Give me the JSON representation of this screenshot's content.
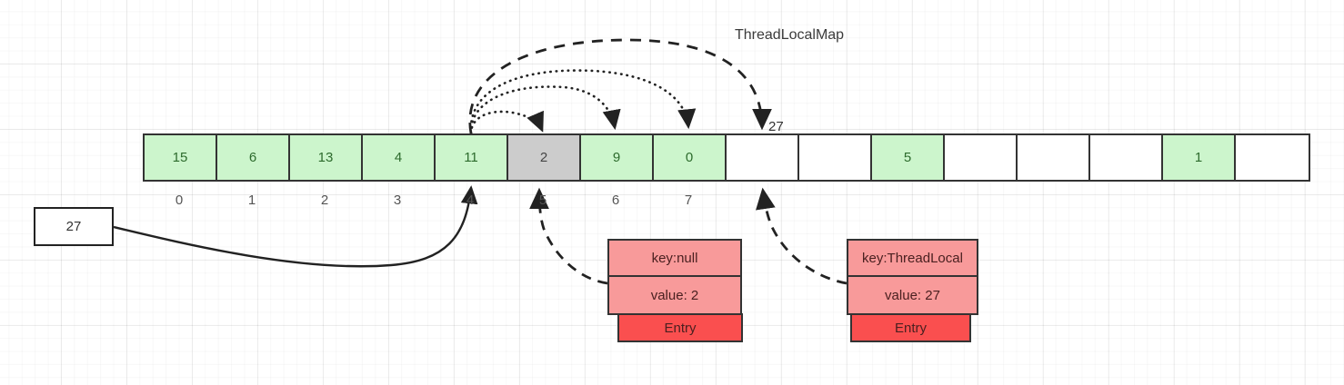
{
  "diagram": {
    "title": "ThreadLocalMap",
    "array": {
      "name": "threadlocalmap-table",
      "cells": [
        {
          "value": "15",
          "state": "green"
        },
        {
          "value": "6",
          "state": "green"
        },
        {
          "value": "13",
          "state": "green"
        },
        {
          "value": "4",
          "state": "green"
        },
        {
          "value": "11",
          "state": "green"
        },
        {
          "value": "2",
          "state": "gray"
        },
        {
          "value": "9",
          "state": "green"
        },
        {
          "value": "0",
          "state": "green"
        },
        {
          "value": "",
          "state": "empty"
        },
        {
          "value": "",
          "state": "empty"
        },
        {
          "value": "5",
          "state": "green"
        },
        {
          "value": "",
          "state": "empty"
        },
        {
          "value": "",
          "state": "empty"
        },
        {
          "value": "",
          "state": "empty"
        },
        {
          "value": "1",
          "state": "green"
        },
        {
          "value": "",
          "state": "empty"
        }
      ],
      "indices": [
        "0",
        "1",
        "2",
        "3",
        "4",
        "5",
        "6",
        "7"
      ]
    },
    "source_box": {
      "value": "27"
    },
    "probe_label": "27",
    "entries": [
      {
        "id": "entry-stale",
        "key": "key:null",
        "value": "value: 2",
        "type": "Entry"
      },
      {
        "id": "entry-threadlocal",
        "key": "key:ThreadLocal",
        "value": "value: 27",
        "type": "Entry"
      }
    ],
    "colors": {
      "cell_green": "#ccf5cc",
      "cell_gray": "#cccccc",
      "entry_kv": "#f89a9a",
      "entry_bar": "#fa4f4f",
      "stroke": "#333333"
    }
  }
}
